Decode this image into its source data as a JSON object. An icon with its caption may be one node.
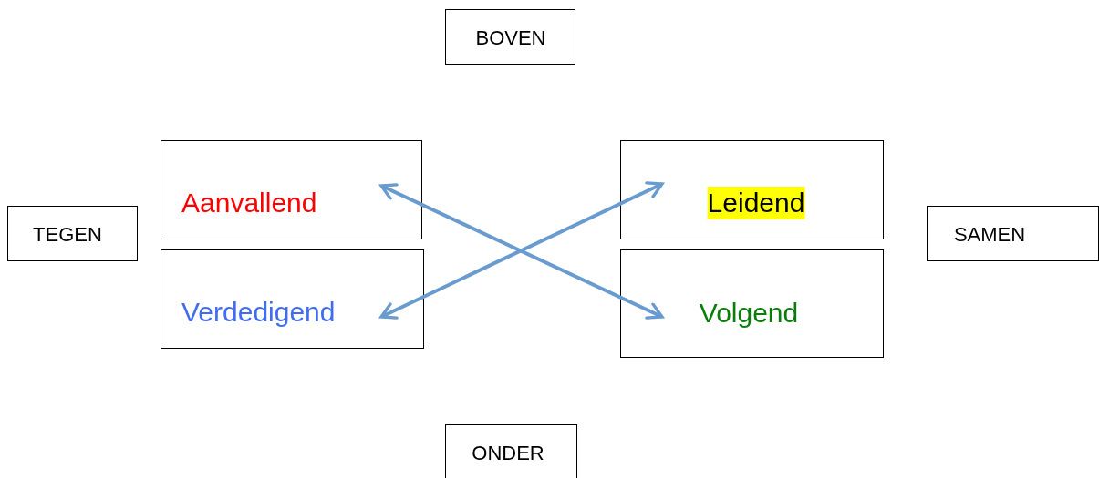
{
  "diagram": {
    "nodes": [
      {
        "text": [
          "BOVEN"
        ]
      },
      {
        "text": [
          "Aanvallend"
        ]
      },
      {
        "text": [
          "Leidend"
        ]
      },
      {
        "text": [
          "TEGEN"
        ]
      },
      {
        "text": [
          "SAMEN"
        ]
      },
      {
        "text": [
          "Verdedigend"
        ]
      },
      {
        "text": [
          "Volgend"
        ]
      },
      {
        "text": [
          "ONDER"
        ]
      }
    ],
    "edges": [
      {
        "from": 1,
        "to": 6,
        "arrow": "both"
      },
      {
        "from": 5,
        "to": 2,
        "arrow": "both"
      }
    ]
  }
}
